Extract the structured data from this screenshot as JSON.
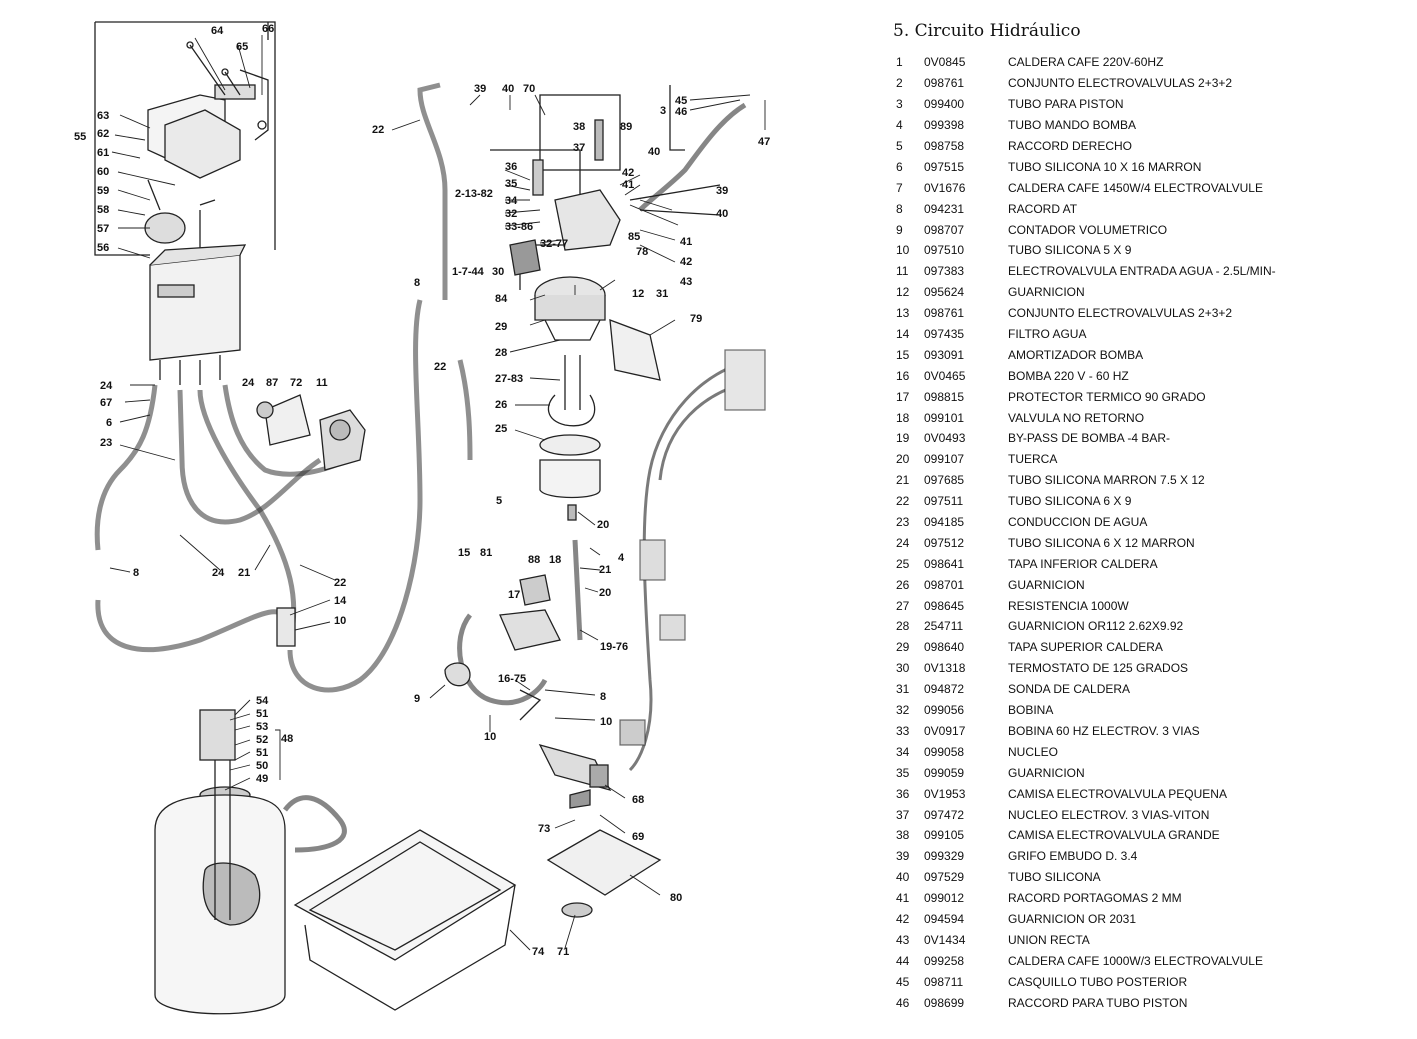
{
  "section_title": "5. Circuito Hidráulico",
  "parts": [
    {
      "n": "1",
      "code": "0V0845",
      "desc": "CALDERA CAFE 220V-60HZ"
    },
    {
      "n": "2",
      "code": "098761",
      "desc": "CONJUNTO ELECTROVALVULAS 2+3+2"
    },
    {
      "n": "3",
      "code": "099400",
      "desc": "TUBO PARA PISTON"
    },
    {
      "n": "4",
      "code": "099398",
      "desc": "TUBO MANDO BOMBA"
    },
    {
      "n": "5",
      "code": "098758",
      "desc": "RACCORD DERECHO"
    },
    {
      "n": "6",
      "code": "097515",
      "desc": "TUBO SILICONA 10 X 16 MARRON"
    },
    {
      "n": "7",
      "code": "0V1676",
      "desc": "CALDERA CAFE 1450W/4 ELECTROVALVULE"
    },
    {
      "n": "8",
      "code": "094231",
      "desc": "RACORD AT"
    },
    {
      "n": "9",
      "code": "098707",
      "desc": "CONTADOR VOLUMETRICO"
    },
    {
      "n": "10",
      "code": "097510",
      "desc": "TUBO SILICONA 5 X 9"
    },
    {
      "n": "11",
      "code": "097383",
      "desc": "ELECTROVALVULA ENTRADA AGUA - 2.5L/MIN-"
    },
    {
      "n": "12",
      "code": "095624",
      "desc": "GUARNICION"
    },
    {
      "n": "13",
      "code": "098761",
      "desc": "CONJUNTO ELECTROVALVULAS 2+3+2"
    },
    {
      "n": "14",
      "code": "097435",
      "desc": "FILTRO AGUA"
    },
    {
      "n": "15",
      "code": "093091",
      "desc": "AMORTIZADOR BOMBA"
    },
    {
      "n": "16",
      "code": "0V0465",
      "desc": "BOMBA 220 V - 60 HZ"
    },
    {
      "n": "17",
      "code": "098815",
      "desc": "PROTECTOR TERMICO 90 GRADO"
    },
    {
      "n": "18",
      "code": "099101",
      "desc": "VALVULA NO RETORNO"
    },
    {
      "n": "19",
      "code": "0V0493",
      "desc": "BY-PASS DE BOMBA -4 BAR-"
    },
    {
      "n": "20",
      "code": "099107",
      "desc": "TUERCA"
    },
    {
      "n": "21",
      "code": "097685",
      "desc": "TUBO SILICONA MARRON 7.5 X 12"
    },
    {
      "n": "22",
      "code": "097511",
      "desc": "TUBO SILICONA 6 X 9"
    },
    {
      "n": "23",
      "code": "094185",
      "desc": "CONDUCCION DE AGUA"
    },
    {
      "n": "24",
      "code": "097512",
      "desc": "TUBO SILICONA 6 X 12 MARRON"
    },
    {
      "n": "25",
      "code": "098641",
      "desc": "TAPA INFERIOR CALDERA"
    },
    {
      "n": "26",
      "code": "098701",
      "desc": "GUARNICION"
    },
    {
      "n": "27",
      "code": "098645",
      "desc": "RESISTENCIA 1000W"
    },
    {
      "n": "28",
      "code": "254711",
      "desc": "GUARNICION OR112 2.62X9.92"
    },
    {
      "n": "29",
      "code": "098640",
      "desc": "TAPA SUPERIOR CALDERA"
    },
    {
      "n": "30",
      "code": "0V1318",
      "desc": "TERMOSTATO DE 125 GRADOS"
    },
    {
      "n": "31",
      "code": "094872",
      "desc": "SONDA DE CALDERA"
    },
    {
      "n": "32",
      "code": "099056",
      "desc": "BOBINA"
    },
    {
      "n": "33",
      "code": "0V0917",
      "desc": "BOBINA 60 HZ ELECTROV. 3 VIAS"
    },
    {
      "n": "34",
      "code": "099058",
      "desc": "NUCLEO"
    },
    {
      "n": "35",
      "code": "099059",
      "desc": "GUARNICION"
    },
    {
      "n": "36",
      "code": "0V1953",
      "desc": "CAMISA ELECTROVALVULA PEQUENA"
    },
    {
      "n": "37",
      "code": "097472",
      "desc": "NUCLEO ELECTROV. 3 VIAS-VITON"
    },
    {
      "n": "38",
      "code": "099105",
      "desc": "CAMISA ELECTROVALVULA GRANDE"
    },
    {
      "n": "39",
      "code": "099329",
      "desc": "GRIFO EMBUDO D. 3.4"
    },
    {
      "n": "40",
      "code": "097529",
      "desc": "TUBO SILICONA"
    },
    {
      "n": "41",
      "code": "099012",
      "desc": "RACORD PORTAGOMAS 2 MM"
    },
    {
      "n": "42",
      "code": "094594",
      "desc": "GUARNICION  OR 2031"
    },
    {
      "n": "43",
      "code": "0V1434",
      "desc": "UNION RECTA"
    },
    {
      "n": "44",
      "code": "099258",
      "desc": "CALDERA CAFE 1000W/3 ELECTROVALVULE"
    },
    {
      "n": "45",
      "code": "098711",
      "desc": "CASQUILLO TUBO POSTERIOR"
    },
    {
      "n": "46",
      "code": "098699",
      "desc": "RACCORD PARA TUBO PISTON"
    }
  ],
  "callouts": [
    "64",
    "65",
    "66",
    "63",
    "55",
    "62",
    "61",
    "60",
    "59",
    "58",
    "57",
    "56",
    "39",
    "40",
    "70",
    "22",
    "38",
    "89",
    "3",
    "45",
    "46",
    "47",
    "36",
    "2-13-82",
    "35",
    "34",
    "32",
    "33-86",
    "32-77",
    "37",
    "42",
    "41",
    "40",
    "39",
    "40",
    "85",
    "41",
    "42",
    "43",
    "8",
    "1-7-44",
    "30",
    "78",
    "12",
    "31",
    "84",
    "29",
    "79",
    "28",
    "22",
    "27-83",
    "26",
    "25",
    "24",
    "67",
    "6",
    "87",
    "24",
    "72",
    "11",
    "23",
    "5",
    "20",
    "4",
    "21",
    "20",
    "8",
    "24",
    "21",
    "22",
    "15",
    "81",
    "88",
    "18",
    "17",
    "14",
    "10",
    "19-76",
    "16-75",
    "9",
    "8",
    "10",
    "10",
    "54",
    "51",
    "53",
    "52",
    "48",
    "51",
    "50",
    "49",
    "68",
    "73",
    "69",
    "80",
    "71",
    "74"
  ]
}
